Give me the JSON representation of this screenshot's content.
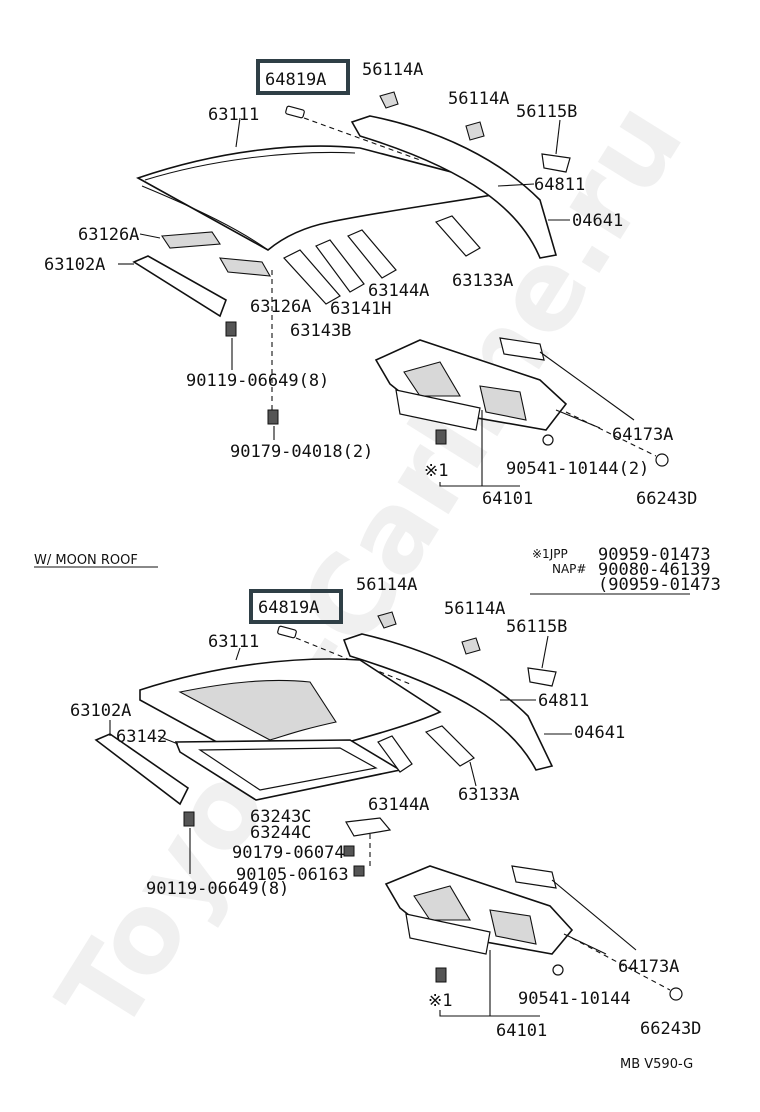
{
  "watermark": "Toyota-Carline.ru",
  "section_top": {
    "labels": {
      "p64819A": "64819A",
      "p56114A_1": "56114A",
      "p56114A_2": "56114A",
      "p56115B": "56115B",
      "p63111": "63111",
      "p64811": "64811",
      "p04641": "04641",
      "p63126A_1": "63126A",
      "p63102A": "63102A",
      "p63126A_2": "63126A",
      "p63141H": "63141H",
      "p63144A": "63144A",
      "p63133A": "63133A",
      "p63143B": "63143B",
      "p90119": "90119-06649(8)",
      "p90179": "90179-04018(2)",
      "p64173A": "64173A",
      "p90541": "90541-10144(2)",
      "p66243D": "66243D",
      "p64101": "64101",
      "star1": "※1"
    }
  },
  "moon_roof_heading": "W/ MOON ROOF",
  "notes": {
    "line1_key": "※1JPP",
    "line1_val": "90959-01473",
    "line2_key": "NAP#",
    "line2_val": "90080-46139",
    "line3_val": "(90959-01473"
  },
  "section_bottom": {
    "labels": {
      "p64819A": "64819A",
      "p56114A_1": "56114A",
      "p56114A_2": "56114A",
      "p56115B": "56115B",
      "p63111": "63111",
      "p64811": "64811",
      "p04641": "04641",
      "p63102A": "63102A",
      "p63142": "63142",
      "p63144A": "63144A",
      "p63133A": "63133A",
      "p63243C": "63243C",
      "p63244C": "63244C",
      "p90179": "90179-06074",
      "p90105": "90105-06163",
      "p90119": "90119-06649(8)",
      "p64173A": "64173A",
      "p90541": "90541-10144",
      "p66243D": "66243D",
      "p64101": "64101",
      "star1": "※1"
    }
  },
  "footer_code": "MB V590-G"
}
